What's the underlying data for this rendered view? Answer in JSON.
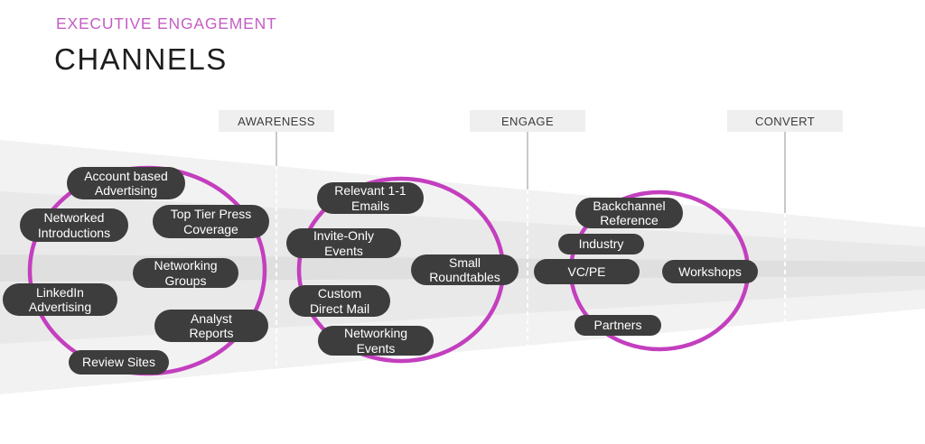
{
  "title": {
    "eyebrow": "EXECUTIVE ENGAGEMENT",
    "main": "CHANNELS"
  },
  "stages": [
    {
      "label": "AWARENESS",
      "channels": [
        "Account based\nAdvertising",
        "Networked\nIntroductions",
        "Top Tier Press\nCoverage",
        "Networking\nGroups",
        "LinkedIn\nAdvertising",
        "Analyst\nReports",
        "Review Sites"
      ]
    },
    {
      "label": "ENGAGE",
      "channels": [
        "Relevant 1-1\nEmails",
        "Invite-Only\nEvents",
        "Small\nRoundtables",
        "Custom\nDirect Mail",
        "Networking\nEvents"
      ]
    },
    {
      "label": "CONVERT",
      "channels": [
        "Backchannel\nReference",
        "Industry",
        "VC/PE",
        "Workshops",
        "Partners"
      ]
    }
  ],
  "colors": {
    "eyebrow_pink": "#c55ec5",
    "accent_pink": "#c33fbe",
    "title_dark": "#1e1e1e",
    "pill_bg": "#3d3d3d",
    "pill_text": "#ffffff",
    "header_bg": "#efefef",
    "header_text": "#3c3c3c",
    "divider_gray": "#c9c9c9",
    "funnel_outer": "#f2f2f2",
    "funnel_middle": "#e9e9e9",
    "funnel_inner": "#dfdfdf",
    "page_bg": "#ffffff"
  }
}
